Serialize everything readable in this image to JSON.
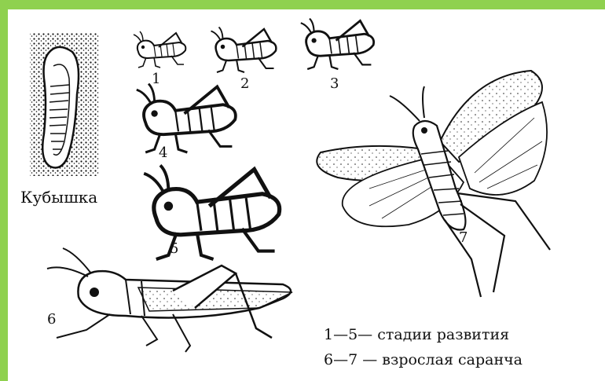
{
  "colors": {
    "frame": "#8fd14f",
    "paper": "#ffffff",
    "ink": "#111111"
  },
  "egg_pod": {
    "label": "Кубышка"
  },
  "stages": [
    {
      "number": "1"
    },
    {
      "number": "2"
    },
    {
      "number": "3"
    },
    {
      "number": "4"
    },
    {
      "number": "5"
    },
    {
      "number": "6"
    },
    {
      "number": "7"
    }
  ],
  "legend": {
    "line1": "1—5— стадии развития",
    "line2": "6—7 — взрослая саранча"
  }
}
